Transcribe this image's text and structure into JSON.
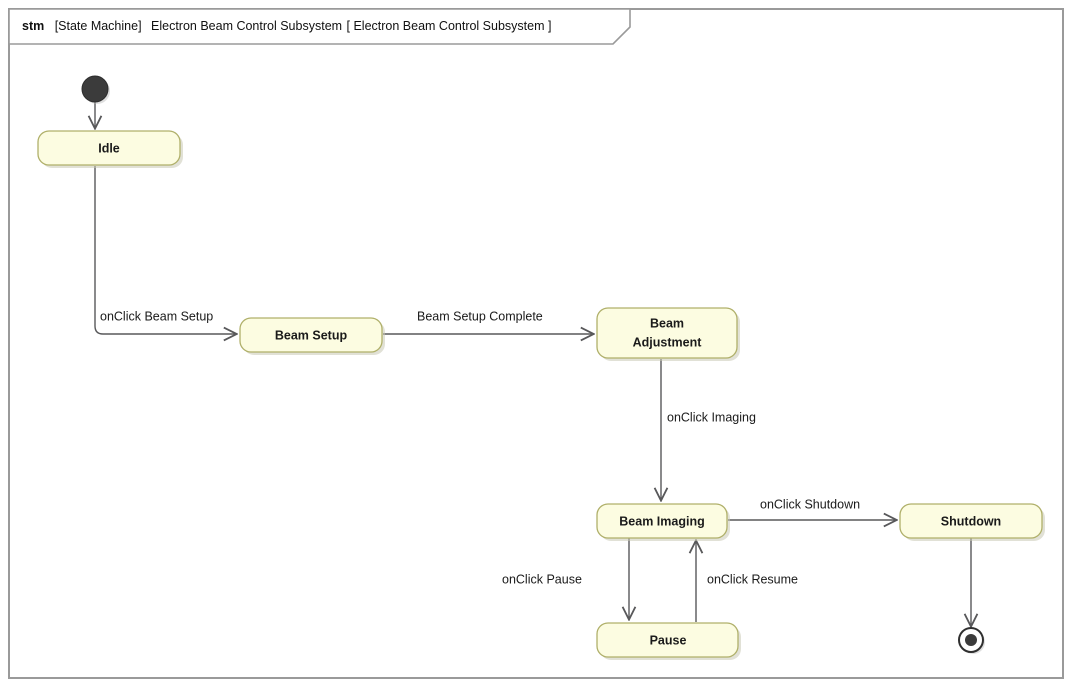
{
  "frame": {
    "kind": "stm",
    "stereotype": "[State Machine]",
    "name": "Electron Beam Control Subsystem",
    "qualifier": "[ Electron Beam Control Subsystem ]",
    "border_color": "#9a9a9a",
    "background": "#ffffff"
  },
  "theme": {
    "state_fill": "#fcfce1",
    "state_border": "#b0b06a",
    "edge_color": "#58585a",
    "text_color": "#1a1a1a",
    "initial_node_fill": "#3b3b3b",
    "final_node_fill": "#3b3b3b"
  },
  "nodes": {
    "initial": {
      "type": "initial-state",
      "label": ""
    },
    "idle": {
      "type": "state",
      "label": "Idle"
    },
    "beam_setup": {
      "type": "state",
      "label": "Beam Setup"
    },
    "beam_adjustment": {
      "type": "state",
      "label": "Beam Adjustment",
      "line1": "Beam",
      "line2": "Adjustment"
    },
    "beam_imaging": {
      "type": "state",
      "label": "Beam Imaging"
    },
    "pause": {
      "type": "state",
      "label": "Pause"
    },
    "shutdown": {
      "type": "state",
      "label": "Shutdown"
    },
    "final": {
      "type": "final-state",
      "label": ""
    }
  },
  "transitions": [
    {
      "id": "t1",
      "from": "initial",
      "to": "idle",
      "label": ""
    },
    {
      "id": "t2",
      "from": "idle",
      "to": "beam_setup",
      "label": "onClick Beam Setup"
    },
    {
      "id": "t3",
      "from": "beam_setup",
      "to": "beam_adjustment",
      "label": "Beam Setup Complete"
    },
    {
      "id": "t4",
      "from": "beam_adjustment",
      "to": "beam_imaging",
      "label": "onClick Imaging"
    },
    {
      "id": "t5",
      "from": "beam_imaging",
      "to": "shutdown",
      "label": "onClick Shutdown"
    },
    {
      "id": "t6",
      "from": "beam_imaging",
      "to": "pause",
      "label": "onClick Pause"
    },
    {
      "id": "t7",
      "from": "pause",
      "to": "beam_imaging",
      "label": "onClick Resume"
    },
    {
      "id": "t8",
      "from": "shutdown",
      "to": "final",
      "label": ""
    }
  ]
}
